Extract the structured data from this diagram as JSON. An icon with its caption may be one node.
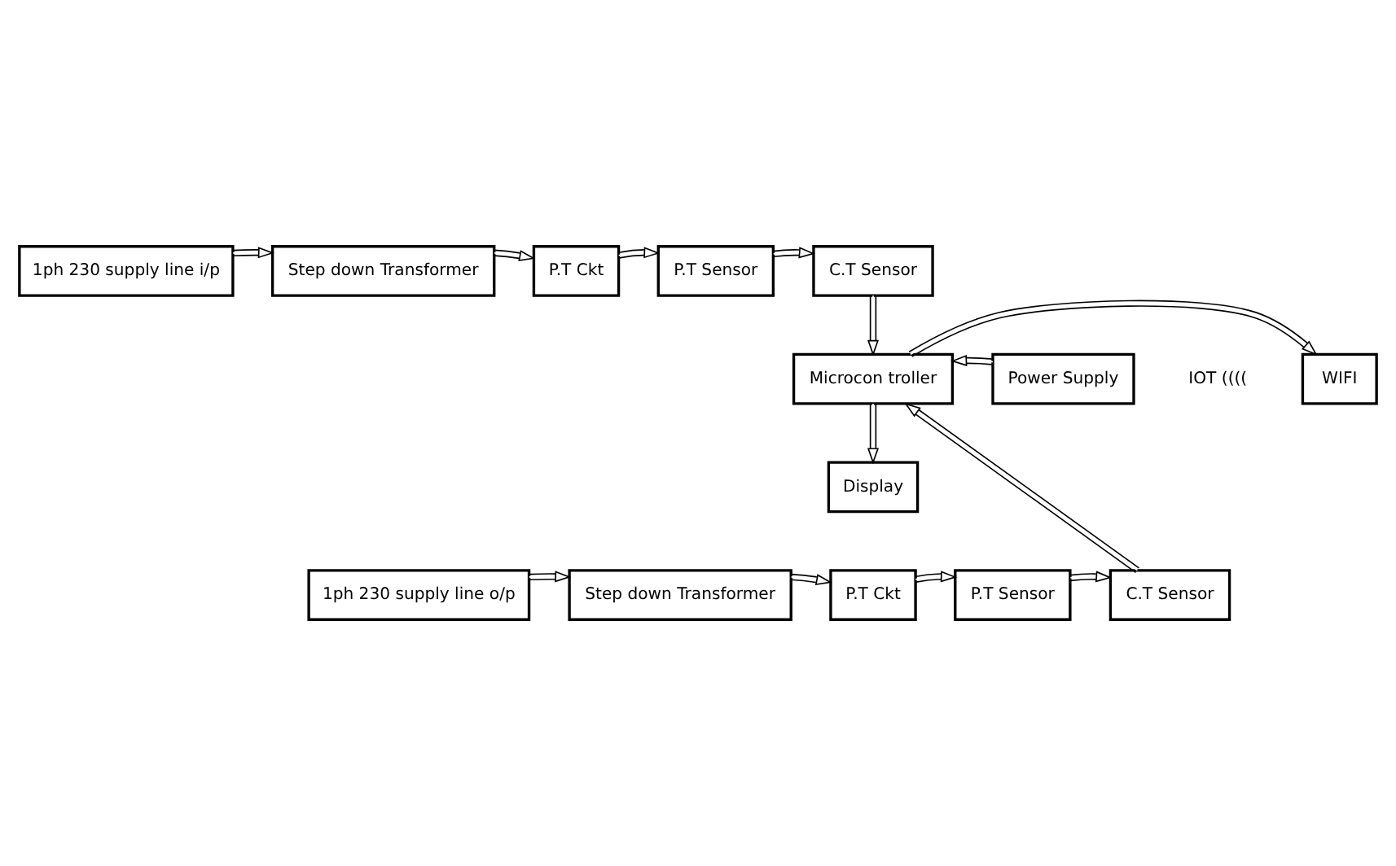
{
  "diagram": {
    "nodes": [
      {
        "text": [
          "1ph 230 supply line i/p"
        ]
      },
      {
        "text": [
          "Step down Transformer"
        ]
      },
      {
        "text": [
          "P.T Ckt"
        ]
      },
      {
        "text": [
          "P.T Sensor"
        ]
      },
      {
        "text": [
          "C.T Sensor"
        ]
      },
      {
        "text": [
          "Microcon troller"
        ]
      },
      {
        "text": [
          "WIFI"
        ]
      },
      {
        "text": [
          "Power Supply"
        ]
      },
      {
        "text": [
          "Display"
        ]
      },
      {
        "text": [
          "1ph 230 supply line o/p"
        ]
      },
      {
        "text": [
          "Step down Transformer"
        ]
      },
      {
        "text": [
          "P.T Ckt"
        ]
      },
      {
        "text": [
          "P.T Sensor"
        ]
      },
      {
        "text": [
          "C.T Sensor"
        ]
      }
    ],
    "edges": [
      {
        "from": 0,
        "to": 1,
        "arrow": "to"
      },
      {
        "from": 1,
        "to": 2,
        "arrow": "to"
      },
      {
        "from": 2,
        "to": 3,
        "arrow": "to"
      },
      {
        "from": 3,
        "to": 4,
        "arrow": "to"
      },
      {
        "from": 4,
        "to": 5,
        "arrow": "to"
      },
      {
        "from": 5,
        "to": 6,
        "arrow": "to"
      },
      {
        "from": 7,
        "to": 5,
        "arrow": "to"
      },
      {
        "from": 5,
        "to": 8,
        "arrow": "to"
      },
      {
        "from": 9,
        "to": 10,
        "arrow": "to"
      },
      {
        "from": 10,
        "to": 11,
        "arrow": "to"
      },
      {
        "from": 11,
        "to": 12,
        "arrow": "to"
      },
      {
        "from": 12,
        "to": 13,
        "arrow": "to"
      },
      {
        "from": 13,
        "to": 5,
        "arrow": "to"
      }
    ],
    "labels": [
      "IOT (((("
    ]
  }
}
